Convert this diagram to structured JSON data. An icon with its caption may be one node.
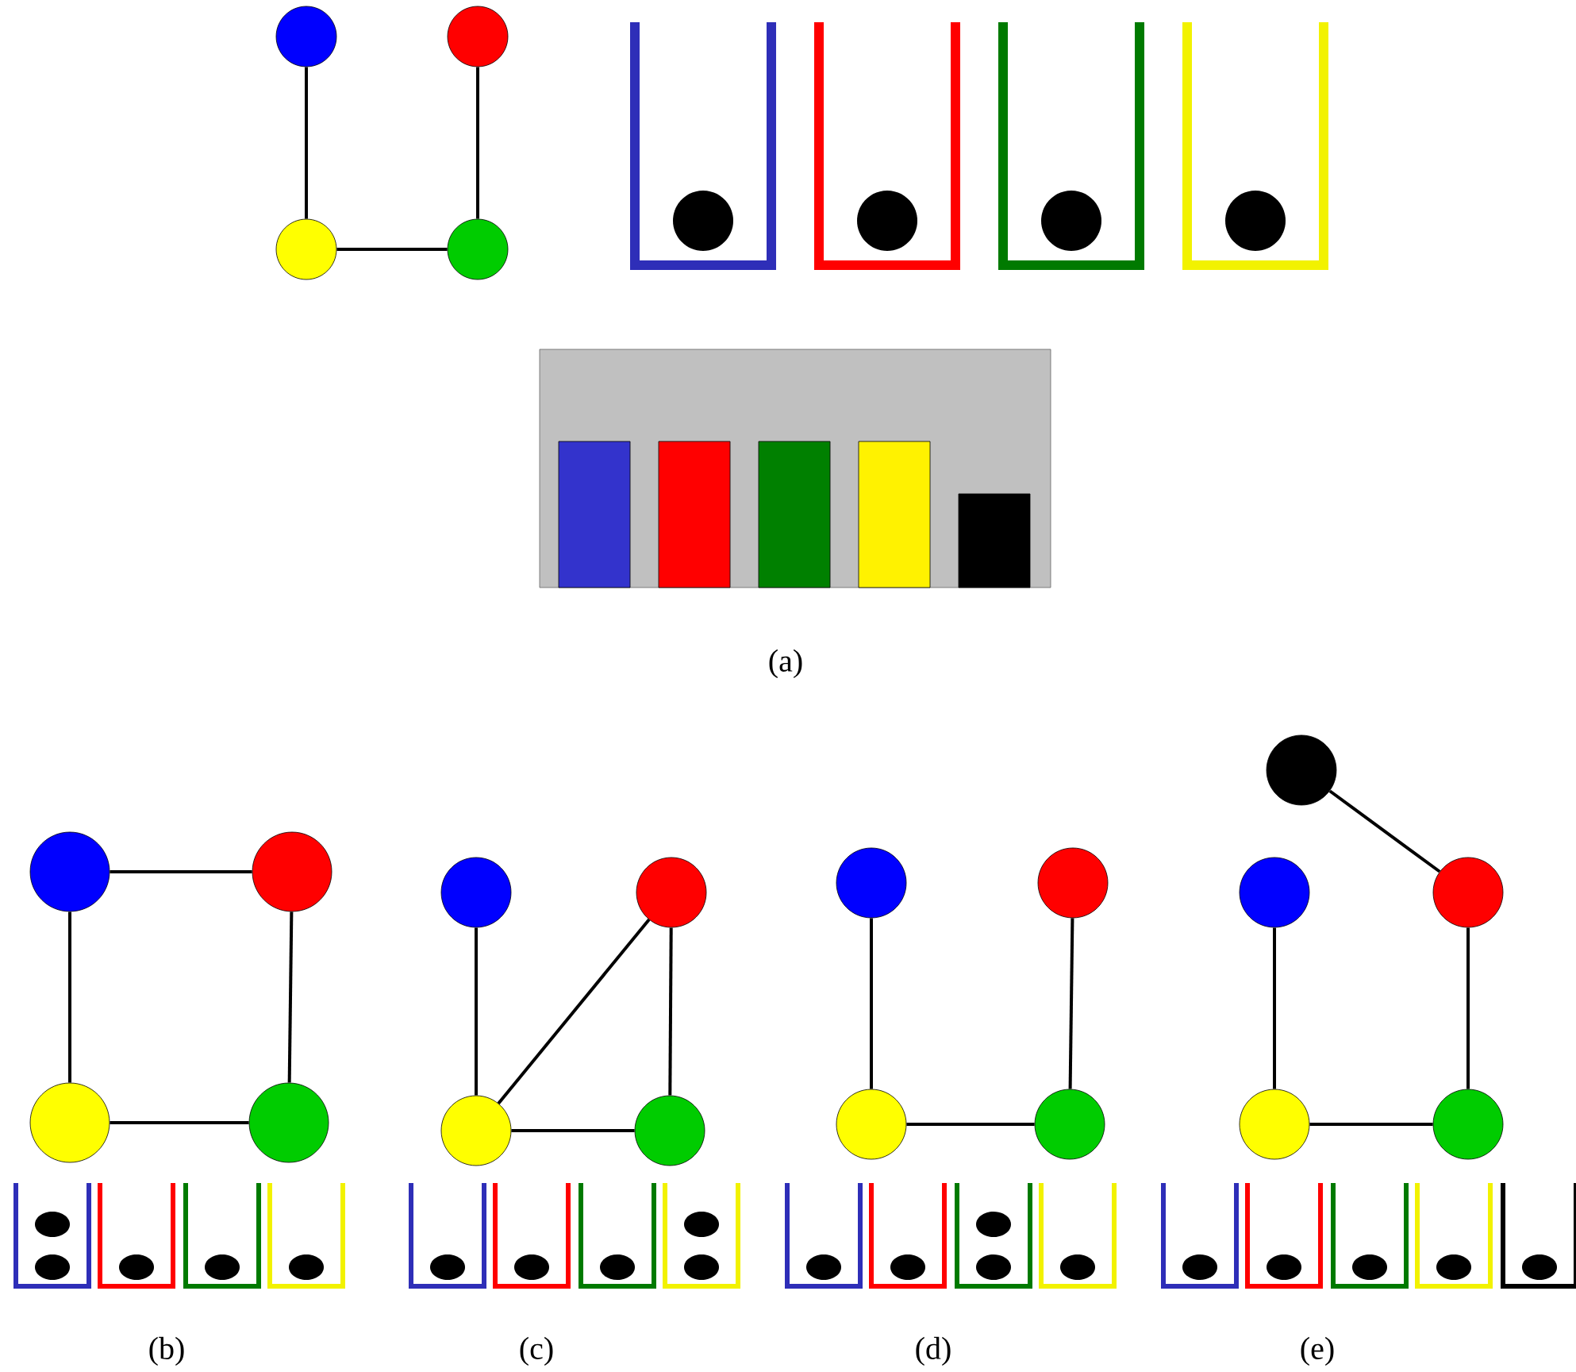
{
  "diagram": {
    "nodes": [
      {
        "text": [],
        "shape": "circle"
      },
      {
        "text": [],
        "shape": "circle"
      },
      {
        "text": [],
        "shape": "circle"
      },
      {
        "text": [],
        "shape": "circle"
      },
      {
        "text": [],
        "shape": "circle"
      },
      {
        "text": [],
        "shape": "circle"
      },
      {
        "text": [],
        "shape": "circle"
      },
      {
        "text": [],
        "shape": "circle"
      },
      {
        "text": [],
        "shape": "circle"
      },
      {
        "text": [],
        "shape": "circle"
      },
      {
        "text": [],
        "shape": "circle"
      },
      {
        "text": [],
        "shape": "circle"
      },
      {
        "text": [],
        "shape": "circle"
      },
      {
        "text": [],
        "shape": "circle"
      },
      {
        "text": [],
        "shape": "circle"
      },
      {
        "text": [],
        "shape": "circle"
      },
      {
        "text": [],
        "shape": "circle"
      },
      {
        "text": [],
        "shape": "circle"
      },
      {
        "text": [],
        "shape": "circle"
      },
      {
        "text": [],
        "shape": "circle"
      },
      {
        "text": [],
        "shape": "circle"
      }
    ],
    "edges": [
      {
        "from": 0,
        "to": 2,
        "arrow": "none"
      },
      {
        "from": 1,
        "to": 3,
        "arrow": "none"
      },
      {
        "from": 2,
        "to": 3,
        "arrow": "none"
      },
      {
        "from": 4,
        "to": 5,
        "arrow": "none"
      },
      {
        "from": 4,
        "to": 6,
        "arrow": "none"
      },
      {
        "from": 5,
        "to": 7,
        "arrow": "none"
      },
      {
        "from": 6,
        "to": 7,
        "arrow": "none"
      },
      {
        "from": 8,
        "to": 10,
        "arrow": "none"
      },
      {
        "from": 9,
        "to": 10,
        "arrow": "none"
      },
      {
        "from": 9,
        "to": 11,
        "arrow": "none"
      },
      {
        "from": 10,
        "to": 11,
        "arrow": "none"
      },
      {
        "from": 12,
        "to": 14,
        "arrow": "none"
      },
      {
        "from": 13,
        "to": 15,
        "arrow": "none"
      },
      {
        "from": 14,
        "to": 15,
        "arrow": "none"
      },
      {
        "from": 16,
        "to": 18,
        "arrow": "none"
      },
      {
        "from": 17,
        "to": 19,
        "arrow": "none"
      },
      {
        "from": 18,
        "to": 20,
        "arrow": "none"
      },
      {
        "from": 19,
        "to": 20,
        "arrow": "none"
      }
    ],
    "labels": [
      "(a)",
      "(b)",
      "(c)",
      "(d)",
      "(e)"
    ]
  }
}
